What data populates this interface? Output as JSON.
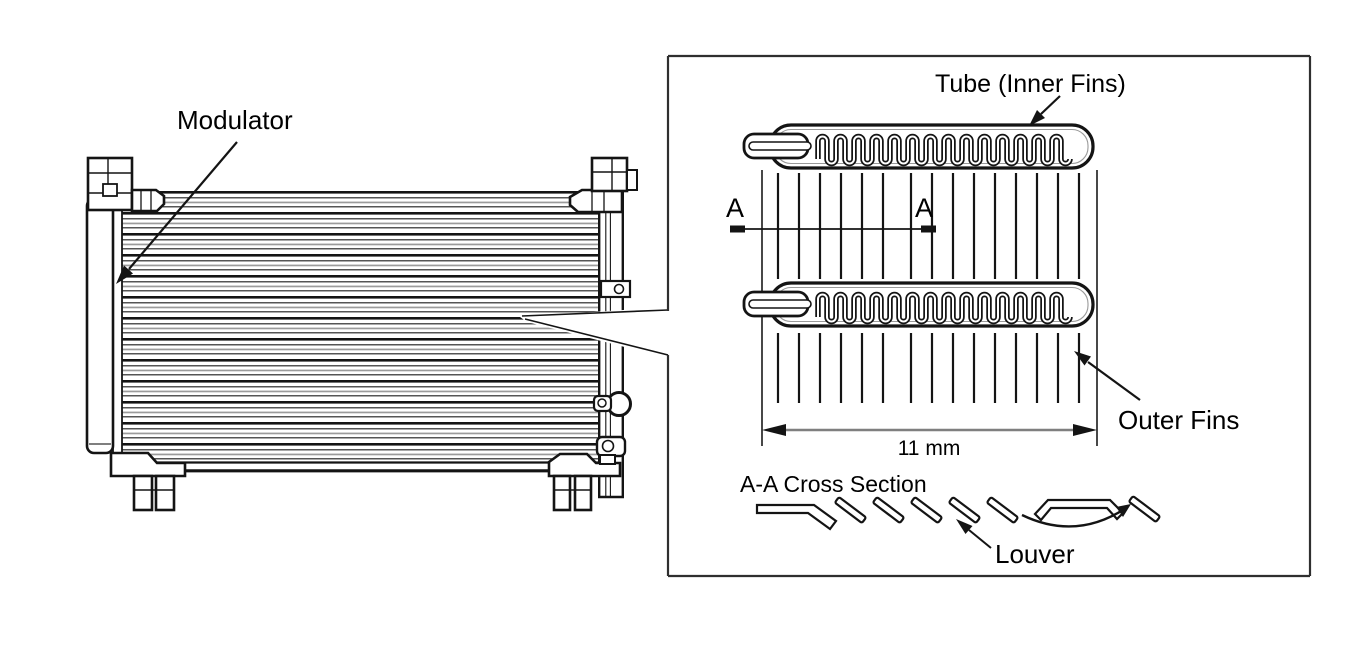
{
  "diagram": {
    "type": "technical-illustration",
    "subject": "condenser-with-modulator-and-fin-detail",
    "main_view": {
      "label_modulator": "Modulator"
    },
    "detail_view": {
      "label_tube": "Tube (Inner Fins)",
      "label_outer_fins": "Outer Fins",
      "section_marker_left": "A",
      "section_marker_right": "A",
      "dimension_label": "11 mm",
      "cross_section_title": "A-A Cross Section",
      "label_louver": "Louver"
    },
    "colors": {
      "ink": "#141414",
      "modulator_fill": "#d8d8d8",
      "dimension_line": "#7f7f7f",
      "box_border": "#2f2f2f",
      "background": "#ffffff"
    }
  }
}
